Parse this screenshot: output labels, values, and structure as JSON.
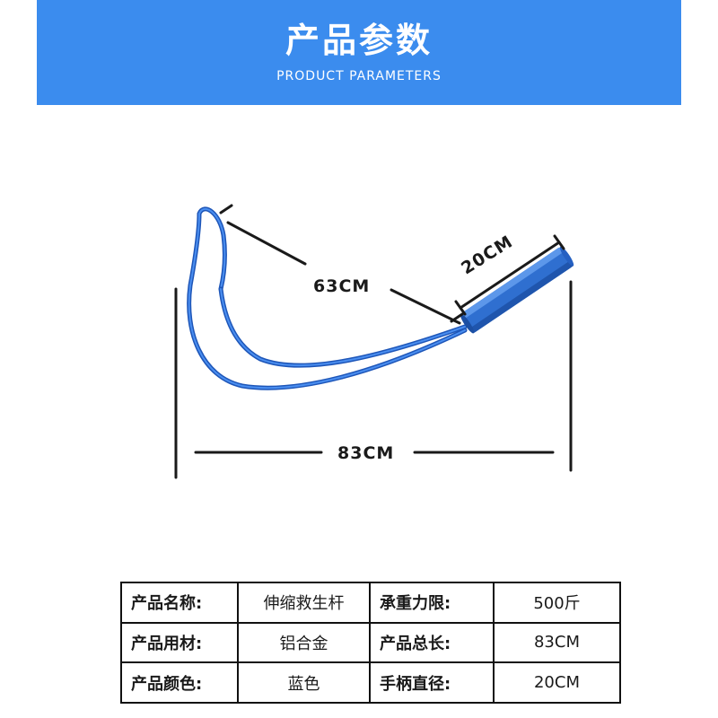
{
  "header": {
    "title": "产品参数",
    "subtitle": "PRODUCT PARAMETERS"
  },
  "product": {
    "colors": {
      "header_bg": "#3b8cee",
      "product_blue": "#2f6fd0",
      "dimension_line": "#1a1a1a"
    }
  },
  "dimensions": {
    "loop_length": "63CM",
    "handle_length": "20CM",
    "total_length": "83CM"
  },
  "specs": {
    "rows": [
      [
        {
          "label": "产品名称:",
          "value": "伸缩救生杆"
        },
        {
          "label": "承重力限:",
          "value": "500斤"
        }
      ],
      [
        {
          "label": "产品用材:",
          "value": "铝合金"
        },
        {
          "label": "产品总长:",
          "value": "83CM"
        }
      ],
      [
        {
          "label": "产品颜色:",
          "value": "蓝色"
        },
        {
          "label": "手柄直径:",
          "value": "20CM"
        }
      ]
    ]
  }
}
